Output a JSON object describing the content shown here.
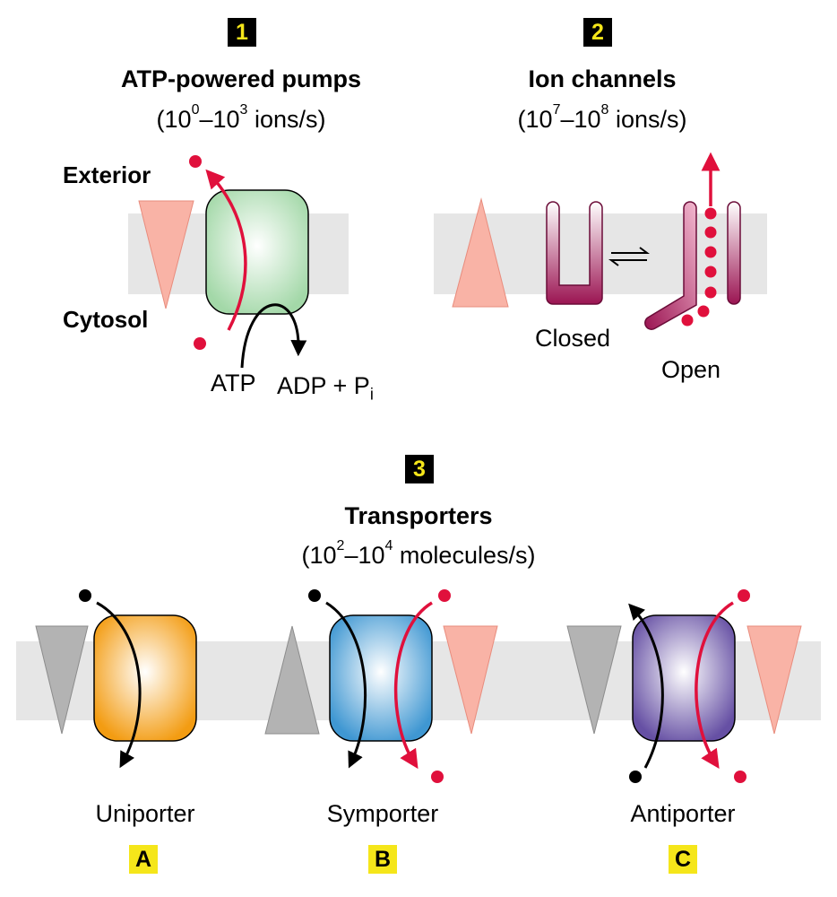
{
  "panel1": {
    "badge": "1",
    "title": "ATP-powered pumps",
    "rate_prefix": "(10",
    "rate_exp1": "0",
    "rate_mid": "–10",
    "rate_exp2": "3",
    "rate_suffix": " ions/s)",
    "exterior_label": "Exterior",
    "cytosol_label": "Cytosol",
    "atp_label": "ATP",
    "adp_label": "ADP + P",
    "adp_sub": "i"
  },
  "panel2": {
    "badge": "2",
    "title": "Ion channels",
    "rate_prefix": "(10",
    "rate_exp1": "7",
    "rate_mid": "–10",
    "rate_exp2": "8",
    "rate_suffix": " ions/s)",
    "closed_label": "Closed",
    "open_label": "Open"
  },
  "panel3": {
    "badge": "3",
    "title": "Transporters",
    "rate_prefix": "(10",
    "rate_exp1": "2",
    "rate_mid": "–10",
    "rate_exp2": "4",
    "rate_suffix": " molecules/s)",
    "transporters": [
      {
        "label": "Uniporter",
        "badge": "A"
      },
      {
        "label": "Symporter",
        "badge": "B"
      },
      {
        "label": "Antiporter",
        "badge": "C"
      }
    ]
  },
  "colors": {
    "membrane": "#e6e6e6",
    "ion_red": "#e0103c",
    "gradient_pink": "#f9b3a6",
    "gradient_gray": "#b3b3b3",
    "pump_green": "#a9dcae",
    "channel_maroon": "#9b1452",
    "uniporter_orange": "#f6a623",
    "symporter_blue": "#4a9fd6",
    "antiporter_purple": "#6f5aa8",
    "badge_bg": "#000000",
    "badge_text": "#f5e61a"
  }
}
